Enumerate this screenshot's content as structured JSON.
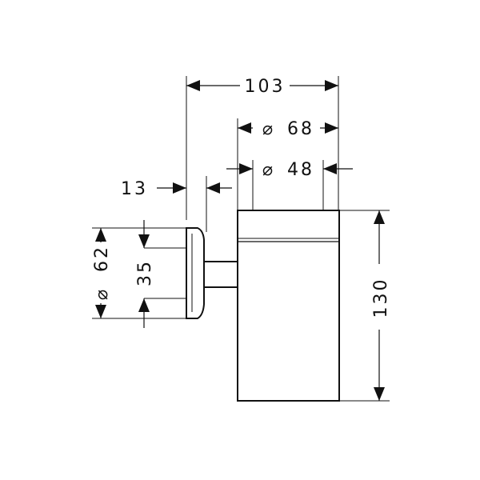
{
  "dimensions": {
    "overall_depth": "103",
    "cup_outer_diameter": "68",
    "cup_inner_diameter": "48",
    "wall_plate_thickness": "13",
    "wall_plate_diameter": "62",
    "fixing_distance": "35",
    "cup_height": "130"
  },
  "symbols": {
    "diameter": "⌀"
  }
}
